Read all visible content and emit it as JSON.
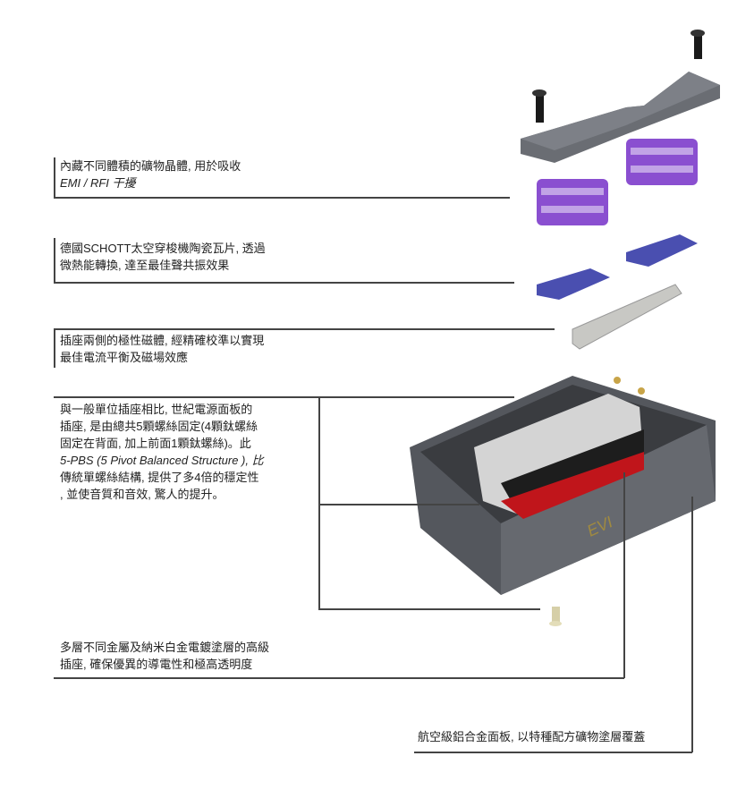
{
  "callouts": [
    {
      "lines": [
        "內藏不同體積的礦物晶體, 用於吸收",
        "EMI / RFI 干擾"
      ]
    },
    {
      "lines": [
        "德國SCHOTT太空穿梭機陶瓷瓦片, 透過",
        "微熱能轉換, 達至最佳聲共振效果"
      ]
    },
    {
      "lines": [
        "插座兩側的極性磁體, 經精確校準以實現",
        "最佳電流平衡及磁場效應"
      ]
    },
    {
      "lines": [
        "與一般單位插座相比, 世紀電源面板的",
        "插座, 是由總共5顆螺絲固定(4顆鈦螺絲",
        "固定在背面, 加上前面1顆鈦螺絲)。此",
        "5-PBS (5 Pivot Balanced Structure ), 比",
        "傳統單螺絲結構, 提供了多4倍的穩定性",
        ", 並使音質和音效, 驚人的提升。"
      ]
    },
    {
      "lines": [
        "多層不同金屬及納米白金電鍍塗層的高級",
        "插座, 確保優異的導電性和極高透明度"
      ]
    },
    {
      "lines": [
        "航空級鋁合金面板, 以特種配方礦物塗層覆蓋"
      ]
    }
  ],
  "colors": {
    "line": "#444444",
    "housing": "#5a5d63",
    "crystal": "#8a4fd0",
    "tile": "#4a4fb0",
    "socket_red": "#c0151b"
  }
}
